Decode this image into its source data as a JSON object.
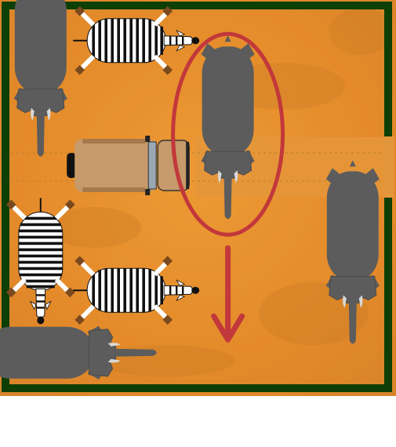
{
  "game": {
    "type": "safari-sliding-block-puzzle",
    "grid_size": [
      6,
      6
    ],
    "exit_side": "right",
    "exit_row": 3
  },
  "colors": {
    "ground": "#e8902c",
    "wall": "#0d3f06",
    "exit_lane": "#e4963a",
    "elephant": "#5c5c5c",
    "zebra_stripe": "#111111",
    "zebra_body": "#ffffff",
    "jeep": "#c69a6a",
    "highlight": "#c2383b"
  },
  "pieces": [
    {
      "id": "elephant-a",
      "kind": "elephant",
      "col": 1,
      "row": 1,
      "length": 2,
      "orient": "vertical",
      "facing": "down"
    },
    {
      "id": "zebra-a",
      "kind": "zebra",
      "col": 2,
      "row": 1,
      "length": 2,
      "orient": "horizontal",
      "facing": "right"
    },
    {
      "id": "jeep",
      "kind": "jeep",
      "col": 2,
      "row": 3,
      "length": 2,
      "orient": "horizontal",
      "facing": "right"
    },
    {
      "id": "elephant-b",
      "kind": "elephant",
      "col": 4,
      "row": 2,
      "length": 2,
      "orient": "vertical",
      "facing": "down",
      "selected": true
    },
    {
      "id": "zebra-b",
      "kind": "zebra",
      "col": 1,
      "row": 4,
      "length": 2,
      "orient": "vertical",
      "facing": "down"
    },
    {
      "id": "zebra-c",
      "kind": "zebra",
      "col": 2,
      "row": 5,
      "length": 2,
      "orient": "horizontal",
      "facing": "right"
    },
    {
      "id": "elephant-c",
      "kind": "elephant",
      "col": 6,
      "row": 4,
      "length": 2,
      "orient": "vertical",
      "facing": "down"
    },
    {
      "id": "elephant-d",
      "kind": "elephant",
      "col": 1,
      "row": 6,
      "length": 2,
      "orient": "horizontal",
      "facing": "right"
    }
  ],
  "hint": {
    "piece": "elephant-b",
    "direction": "down"
  }
}
